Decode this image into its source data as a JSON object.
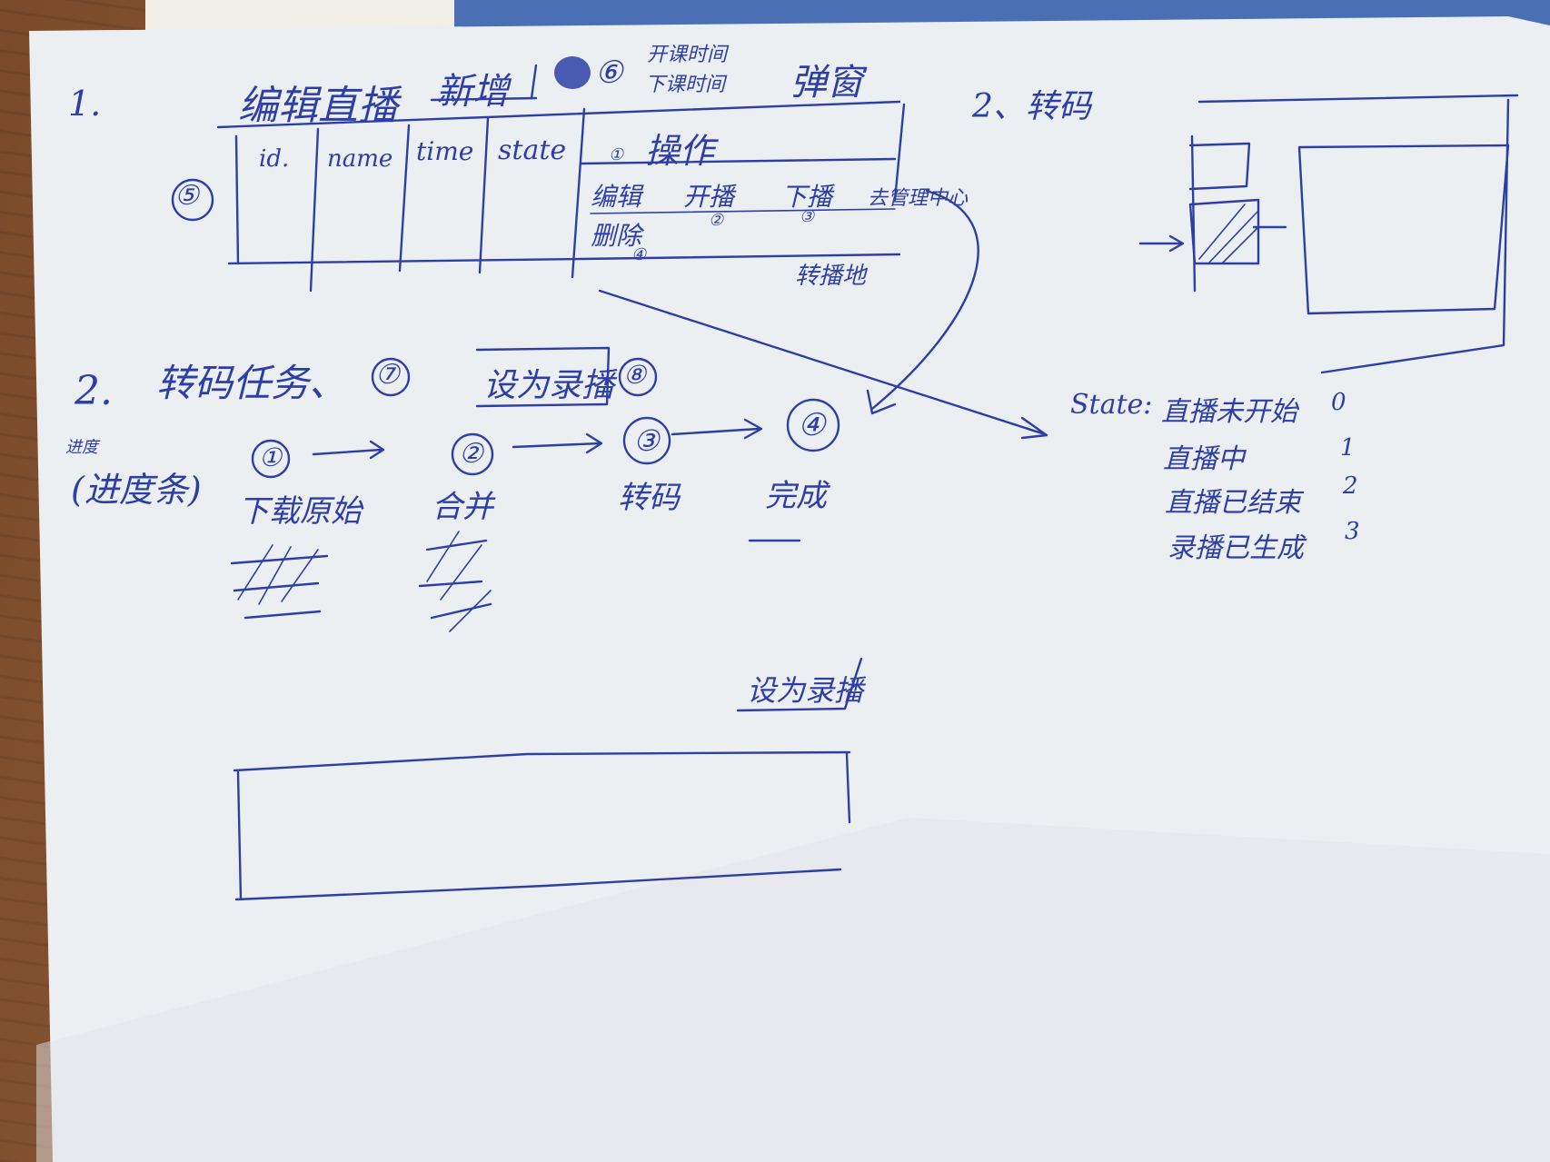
{
  "sketch": {
    "section1": {
      "number": "1.",
      "title": "编辑直播",
      "add_button": "新增",
      "circle_6": "⑥",
      "time_note_line1": "开课时间",
      "time_note_line2": "下课时间",
      "popup_label": "弹窗",
      "circle_5": "⑤",
      "table": {
        "headers": [
          "id.",
          "name",
          "time",
          "state",
          "操作"
        ],
        "actions_row1": [
          "编辑",
          "开播",
          "下播",
          "去管理中心"
        ],
        "actions_row2": [
          "删除",
          "",
          "",
          "转播地"
        ],
        "circle_markers": [
          "①",
          "②",
          "③",
          "④"
        ]
      }
    },
    "section_transcode": {
      "label": "2、转码"
    },
    "state_legend": {
      "prefix": "State:",
      "items": [
        {
          "text": "直播未开始",
          "code": "0"
        },
        {
          "text": "直播中",
          "code": "1"
        },
        {
          "text": "直播已结束",
          "code": "2"
        },
        {
          "text": "录播已生成",
          "code": "3"
        }
      ]
    },
    "section2": {
      "number": "2.",
      "title": "转码任务、",
      "circle_7": "⑦",
      "set_record_button": "设为录播",
      "circle_8": "⑧",
      "side_note_top": "进度",
      "side_note": "(进度条)",
      "steps": [
        {
          "num": "①",
          "label": "下载原始"
        },
        {
          "num": "②",
          "label": "合并"
        },
        {
          "num": "③",
          "label": "转码"
        },
        {
          "num": "④",
          "label": "完成"
        }
      ]
    },
    "bottom": {
      "button": "设为录播"
    }
  }
}
